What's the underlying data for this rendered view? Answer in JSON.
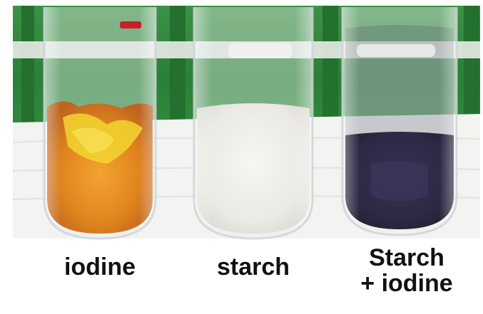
{
  "captions": [
    {
      "lines": [
        "iodine"
      ]
    },
    {
      "lines": [
        "starch"
      ]
    },
    {
      "lines": [
        "Starch",
        "+ iodine"
      ]
    }
  ],
  "colors": {
    "green_background": "#2f8a3c",
    "paper_white": "#f3f3f1",
    "iodine_orange": "#e5830f",
    "starch_white": "#ecebe6",
    "starch_iodine_purple": "#1d1838",
    "glass": "#e9eef0"
  }
}
